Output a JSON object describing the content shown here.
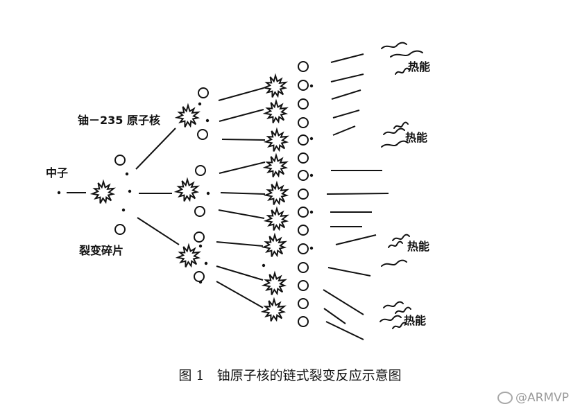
{
  "labels": {
    "neutron": "中子",
    "uranium": "铀－235 原子核",
    "fragments": "裂变碎片",
    "heat": [
      "热能",
      "热能",
      "热能",
      "热能"
    ]
  },
  "caption": {
    "figure_no": "图 1",
    "title": "铀原子核的链式裂变反应示意图"
  },
  "watermark": "@ARMVP",
  "colors": {
    "ink": "#111111",
    "watermark": "#9a9a9a"
  },
  "icons": {
    "nucleus": "starburst-icon",
    "fragment": "circle-icon",
    "neutron": "dot-icon",
    "heat": "wavy-line-icon"
  }
}
